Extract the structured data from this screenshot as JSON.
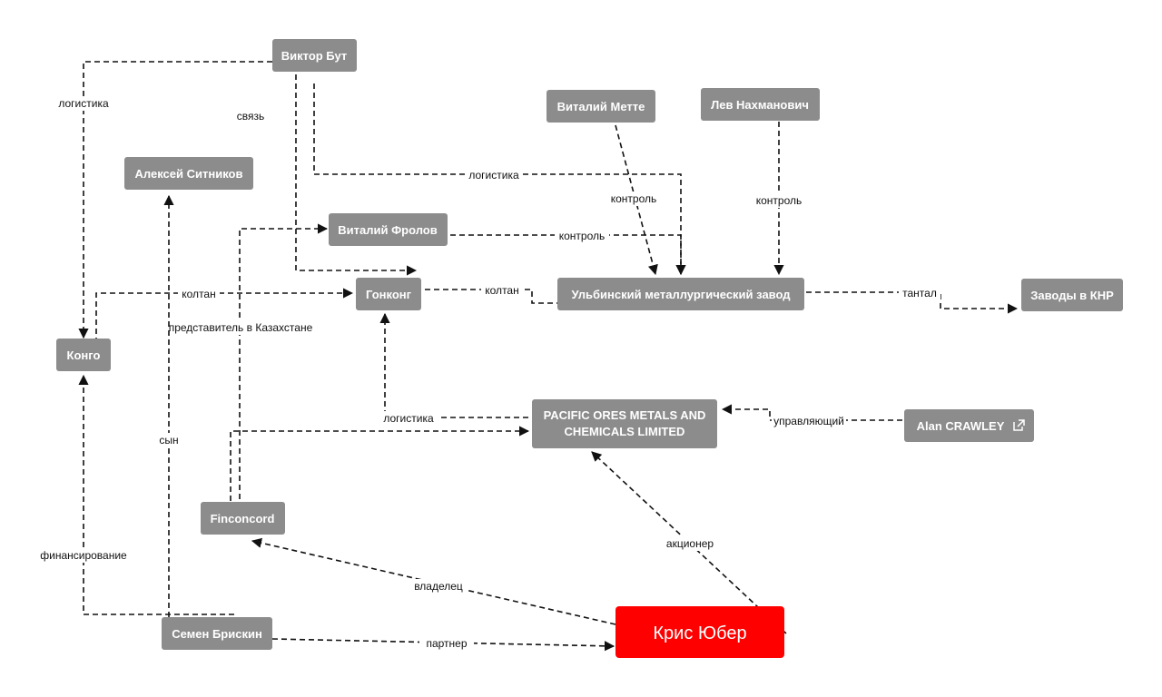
{
  "nodes": {
    "viktor_but": "Виктор Бут",
    "vitaly_mette": "Виталий Метте",
    "lev_nakhmanovich": "Лев Нахманович",
    "aleksey_sitnikov": "Алексей Ситников",
    "vitaly_frolov": "Виталий Фролов",
    "hongkong": "Гонконг",
    "ulba_plant": "Ульбинский металлургический  завод",
    "china_plants": "Заводы в КНР",
    "congo": "Конго",
    "pacific_ores_line1": "PACIFIC ORES METALS AND",
    "pacific_ores_line2": "CHEMICALS LIMITED",
    "alan_crawley": "Alan CRAWLEY",
    "finconcord": "Finconcord",
    "semen_briskin": "Семен Брискин",
    "kris_uber": "Крис Юбер"
  },
  "edges": {
    "logistics_but_congo": "логистика",
    "link_but": "связь",
    "logistics_but_ulba": "логистика",
    "control_mette": "контроль",
    "control_nakhmanovich": "контроль",
    "control_frolov": "контроль",
    "coltan_congo_hk": "колтан",
    "coltan_hk_ulba": "колтан",
    "tantalum": "тантал",
    "representative_kz": "представитель в Казахстане",
    "logistics_pacific_hk": "логистика",
    "manager": "управляющий",
    "son": "сын",
    "shareholder": "акционер",
    "financing": "финансирование",
    "owner": "владелец",
    "partner": "партнер"
  },
  "colors": {
    "node": "#8c8c8c",
    "highlight": "#ff0000",
    "edge": "#111111"
  },
  "icons": {
    "external_link": "external-link-icon"
  }
}
